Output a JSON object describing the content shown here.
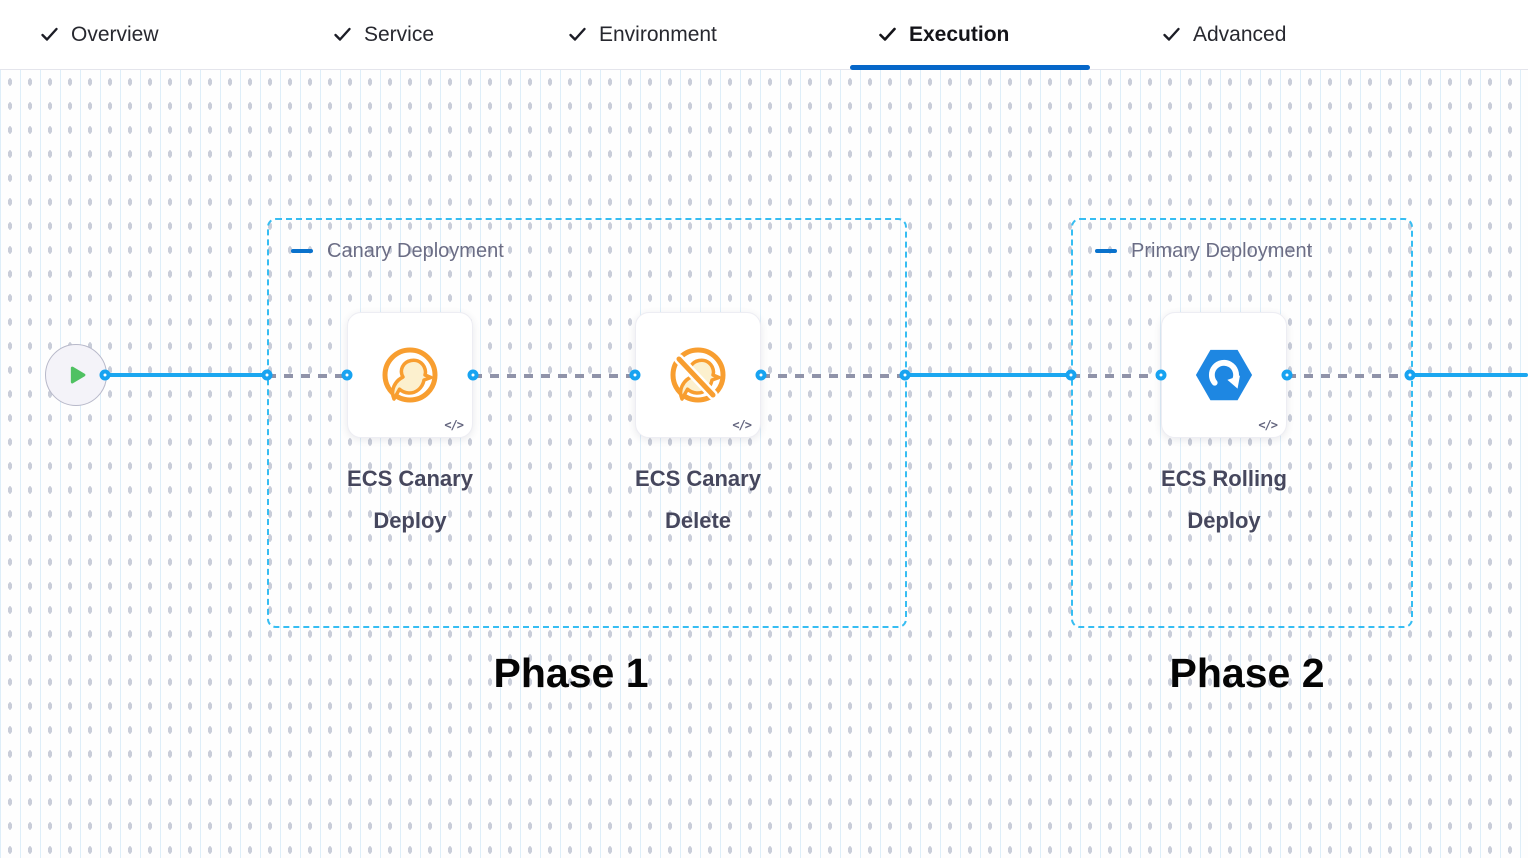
{
  "header": {
    "tabs": [
      {
        "label": "Overview",
        "checked": true,
        "active": false
      },
      {
        "label": "Service",
        "checked": true,
        "active": false
      },
      {
        "label": "Environment",
        "checked": true,
        "active": false
      },
      {
        "label": "Execution",
        "checked": true,
        "active": true
      },
      {
        "label": "Advanced",
        "checked": true,
        "active": false
      }
    ]
  },
  "pipeline": {
    "start_node": {
      "icon": "play-icon"
    },
    "groups": [
      {
        "label": "Canary Deployment",
        "phase": "Phase 1",
        "steps": [
          {
            "name": "ECS Canary Deploy",
            "icon": "canary-icon"
          },
          {
            "name": "ECS Canary Delete",
            "icon": "canary-delete-icon"
          }
        ]
      },
      {
        "label": "Primary Deployment",
        "phase": "Phase 2",
        "steps": [
          {
            "name": "ECS Rolling Deploy",
            "icon": "ecs-rolling-icon"
          }
        ]
      }
    ],
    "code_glyph": "</>"
  },
  "colors": {
    "active_tab_underline": "#0667c9",
    "flow_line_blue": "#1ca7f0",
    "group_border_cyan": "#36bdf2",
    "canary_orange": "#f89e30",
    "ecs_blue": "#1e87e2",
    "play_green": "#4fc162",
    "step_label_gray": "#46475d",
    "group_label_gray": "#6b6d85"
  }
}
